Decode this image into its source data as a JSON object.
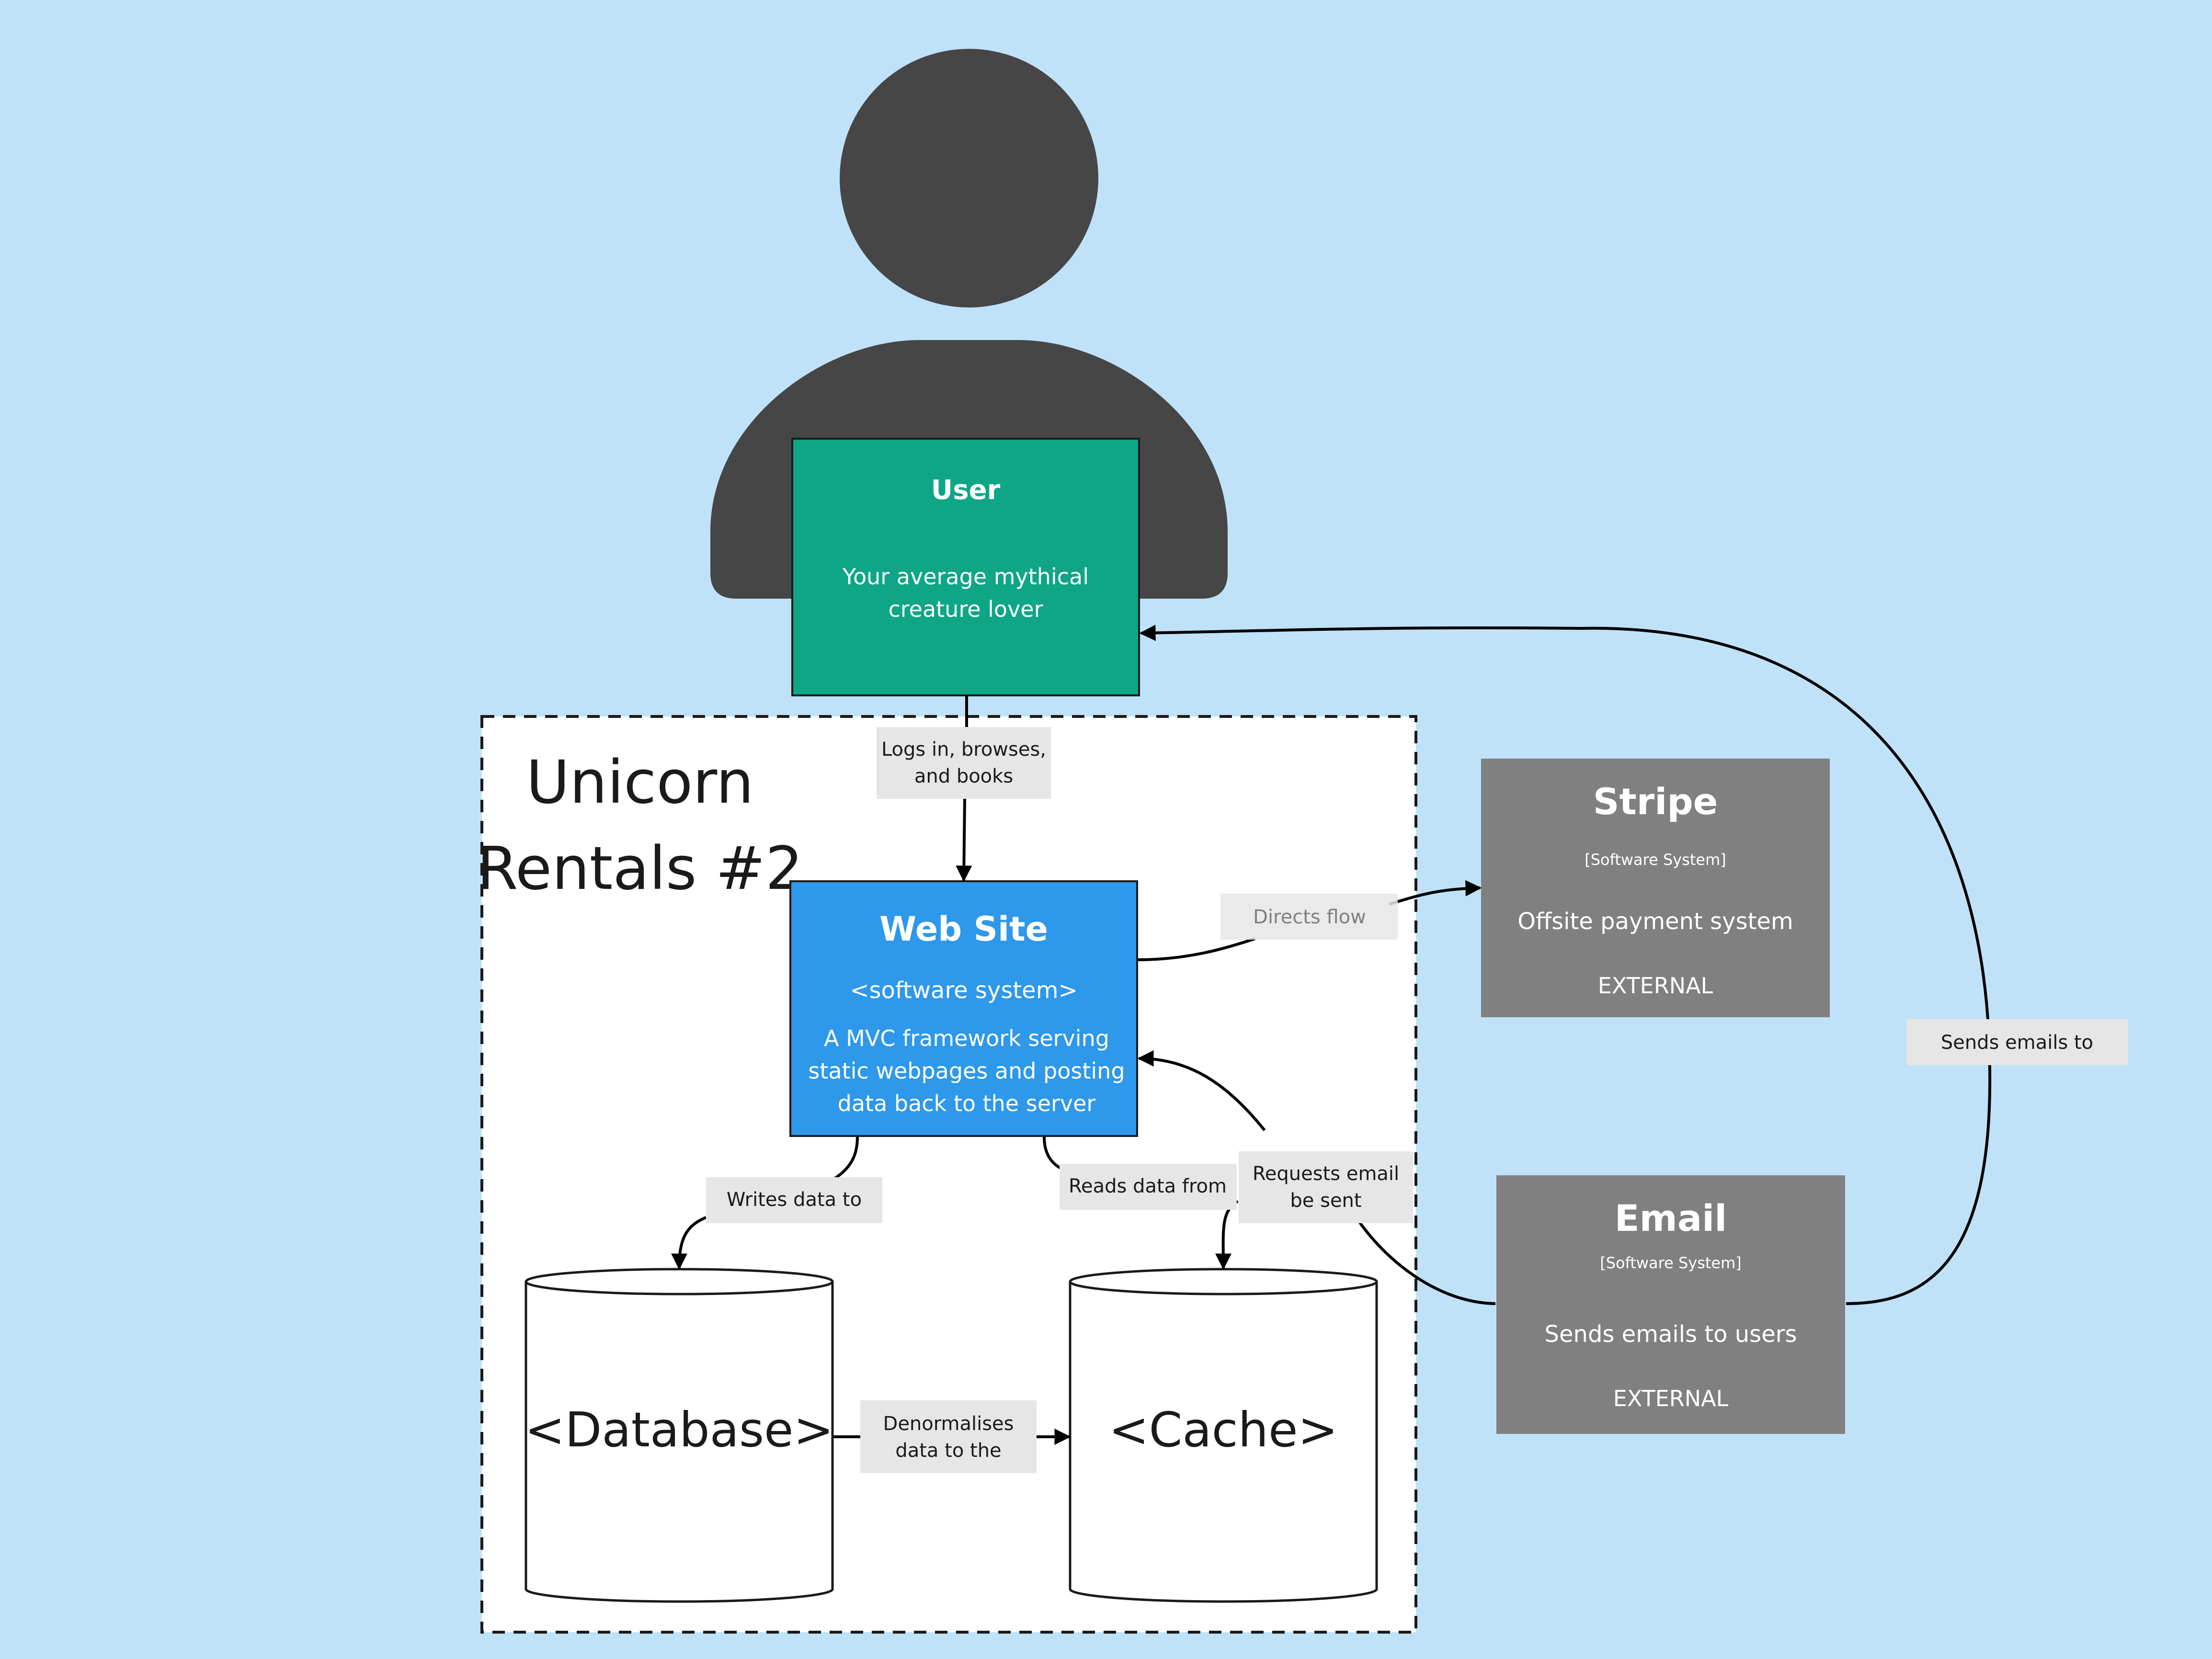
{
  "boundary": {
    "title_line1": "Unicorn",
    "title_line2": "Rentals #2"
  },
  "user": {
    "title": "User",
    "desc_line1": "Your average mythical",
    "desc_line2": "creature lover",
    "color": "#0ea686"
  },
  "website": {
    "title": "Web Site",
    "type": "<software system>",
    "desc_line1": "A MVC framework serving",
    "desc_line2": "static webpages and posting",
    "desc_line3": "data back to the server",
    "color": "#2e98eb"
  },
  "stripe": {
    "title": "Stripe",
    "type": "[Software System]",
    "desc": "Offsite payment system",
    "tag": "EXTERNAL",
    "color": "#808080"
  },
  "email": {
    "title": "Email",
    "type": "[Software System]",
    "desc": "Sends emails to users",
    "tag": "EXTERNAL",
    "color": "#808080"
  },
  "database": {
    "label": "<Database>"
  },
  "cache": {
    "label": "<Cache>"
  },
  "edges": {
    "logs_in_line1": "Logs in, browses,",
    "logs_in_line2": "and books",
    "directs_flow": "Directs flow",
    "writes_data": "Writes data to",
    "reads_data": "Reads data from",
    "requests_email_line1": "Requests email",
    "requests_email_line2": "be sent",
    "sends_emails": "Sends emails to",
    "denormalises_line1": "Denormalises",
    "denormalises_line2": "data to the"
  },
  "colors": {
    "background": "#bfe2f9",
    "person": "#464646"
  }
}
